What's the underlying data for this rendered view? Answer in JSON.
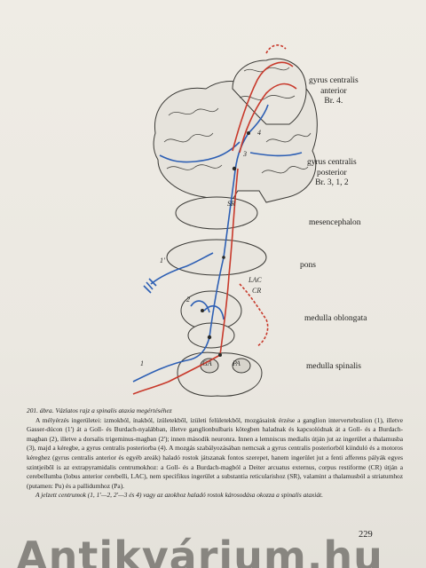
{
  "figure": {
    "labels": {
      "gyrus_anterior": "gyrus centralis\nanterior\nBr. 4.",
      "gyrus_posterior": "gyrus centralis\nposterior\nBr. 3, 1, 2",
      "mesencephalon": "mesencephalon",
      "pons": "pons",
      "medulla_oblongata": "medulla oblongata",
      "medulla_spinalis": "medulla spinalis"
    },
    "markers": {
      "m1": "1",
      "m1p": "1'",
      "m2": "2",
      "m3": "3",
      "m4": "4",
      "sr": "SR",
      "lac": "LAC",
      "cr": "CR",
      "pa": "PA",
      "ga": "GA"
    },
    "colors": {
      "red": "#c8392b",
      "blue": "#2d5fb4",
      "ink": "#2a2a28"
    }
  },
  "caption": {
    "title": "201. ábra. Vázlatos rajz a spinalis ataxia megértéséhez",
    "paragraph": "A mélyérzés ingerületei: izmokból, ínakból, ízületekből, ízületi felületekből, mozgásaink érzése a ganglion intervertebralion (1), illetve Gasser-dúcon (1') át a Goll- és Burdach-nyalábban, illetve ganglionbulbaris kötegben haladnak és kapcsolódnak át a Goll- és a Burdach-magban (2), illetve a dorsalis trigeminus-magban (2'); innen második neuronra. Innen a lemniscus medialis útján jut az ingerület a thalamusba (3), majd a kéregbe, a gyrus centralis posteriorba (4). A mozgás szabályozásában nemcsak a gyrus centralis posteriorból kiinduló és a motoros kéreghez (gyrus centralis anterior és egyéb areák) haladó rostok játszanak fontos szerepet, hanem ingerület jut a fenti afferens pályák egyes szintjeiből is az extrapyramidalis centrumokhoz: a Goll- és a Burdach-magból a Deiter arcuatus externus, corpus restiforme (CR) útján a cerebellumba (lobus anterior cerebelli, LAC), nem specifikus ingerület a substantia reticularishoz (SR), valamint a thalamusból a striatumhoz (putamen: Pu) és a pallidumhoz (Pa).",
    "last_line": "A jelzett centrumok (1, 1'—2, 2'—3 és 4) vagy az azokhoz haladó rostok károsodása okozza a spinalis ataxiát."
  },
  "page_number": "229",
  "watermark": "Antikvárium.hu"
}
